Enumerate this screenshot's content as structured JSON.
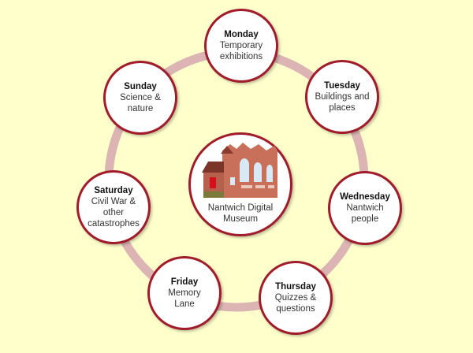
{
  "center": {
    "title": "Nantwich Digital Museum"
  },
  "days": [
    {
      "day": "Monday",
      "topic": "Temporary exhibitions"
    },
    {
      "day": "Tuesday",
      "topic": "Buildings and places"
    },
    {
      "day": "Wednesday",
      "topic": "Nantwich people"
    },
    {
      "day": "Thursday",
      "topic": "Quizzes & questions"
    },
    {
      "day": "Friday",
      "topic": "Memory Lane"
    },
    {
      "day": "Saturday",
      "topic": "Civil War & other catastrophes"
    },
    {
      "day": "Sunday",
      "topic": "Science & nature"
    }
  ],
  "colors": {
    "ring": "#dcb4b4",
    "border": "#a01c2a",
    "background": "#ffffcc"
  }
}
